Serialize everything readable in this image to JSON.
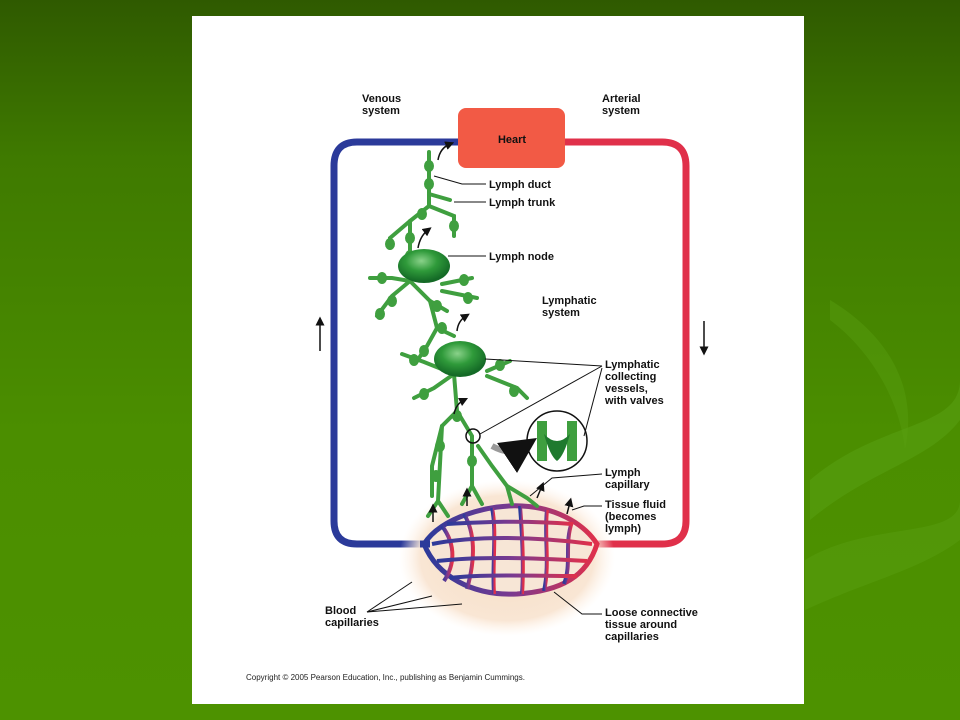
{
  "labels": {
    "venous": [
      "Venous",
      "system"
    ],
    "arterial": [
      "Arterial",
      "system"
    ],
    "heart": "Heart",
    "lymph_duct": "Lymph duct",
    "lymph_trunk": "Lymph trunk",
    "lymph_node": "Lymph node",
    "lymphatic_system": [
      "Lymphatic",
      "system"
    ],
    "collecting_vessels": [
      "Lymphatic",
      "collecting",
      "vessels,",
      "with valves"
    ],
    "lymph_capillary": [
      "Lymph",
      "capillary"
    ],
    "tissue_fluid": [
      "Tissue fluid",
      "(becomes",
      "lymph)"
    ],
    "blood_capillaries": [
      "Blood",
      "capillaries"
    ],
    "loose_tissue": [
      "Loose connective",
      "tissue around",
      "capillaries"
    ]
  },
  "copyright": "Copyright © 2005 Pearson Education, Inc., publishing as Benjamin Cummings.",
  "colors": {
    "venous": "#2b3a9a",
    "arterial": "#e0304a",
    "heart": "#f25a45",
    "lymph": "#3f9f3f",
    "tissue": "#f8e3cf",
    "slide_background": "#ffffff"
  }
}
